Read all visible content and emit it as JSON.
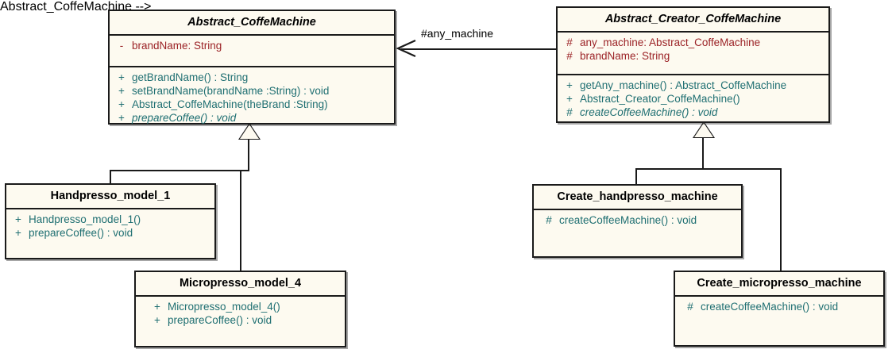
{
  "diagram": {
    "title": "Abstract Factory coffee machine UML class diagram",
    "colors": {
      "box_fill": "#FDFAF0",
      "border": "#1a1a1a",
      "attribute_text": "#9B2226",
      "method_text": "#1F6F72",
      "class_name_text": "#000000",
      "canvas_background": "#ffffff"
    }
  },
  "classes": {
    "abstract_coffee_machine": {
      "name": "Abstract_CoffeMachine",
      "is_abstract": true,
      "attributes": [
        {
          "visibility": "-",
          "text": "brandName:  String"
        }
      ],
      "methods": [
        {
          "visibility": "+",
          "text": "getBrandName() : String",
          "is_abstract": false
        },
        {
          "visibility": "+",
          "text": "setBrandName(brandName :String) : void",
          "is_abstract": false
        },
        {
          "visibility": "+",
          "text": "Abstract_CoffeMachine(theBrand :String)",
          "is_abstract": false
        },
        {
          "visibility": "+",
          "text": "prepareCoffee() : void",
          "is_abstract": true
        }
      ]
    },
    "abstract_creator_coffee_machine": {
      "name": "Abstract_Creator_CoffeMachine",
      "is_abstract": true,
      "attributes": [
        {
          "visibility": "#",
          "text": "any_machine:  Abstract_CoffeMachine"
        },
        {
          "visibility": "#",
          "text": "brandName:  String"
        }
      ],
      "methods": [
        {
          "visibility": "+",
          "text": "getAny_machine() : Abstract_CoffeMachine",
          "is_abstract": false
        },
        {
          "visibility": "+",
          "text": "Abstract_Creator_CoffeMachine()",
          "is_abstract": false
        },
        {
          "visibility": "#",
          "text": "createCoffeeMachine() : void",
          "is_abstract": true
        }
      ]
    },
    "handpresso_model_1": {
      "name": "Handpresso_model_1",
      "is_abstract": false,
      "attributes": [],
      "methods": [
        {
          "visibility": "+",
          "text": "Handpresso_model_1()",
          "is_abstract": false
        },
        {
          "visibility": "+",
          "text": "prepareCoffee() : void",
          "is_abstract": false
        }
      ]
    },
    "micropresso_model_4": {
      "name": "Micropresso_model_4",
      "is_abstract": false,
      "attributes": [],
      "methods": [
        {
          "visibility": "+",
          "text": "Micropresso_model_4()",
          "is_abstract": false
        },
        {
          "visibility": "+",
          "text": "prepareCoffee() : void",
          "is_abstract": false
        }
      ]
    },
    "create_handpresso_machine": {
      "name": "Create_handpresso_machine",
      "is_abstract": false,
      "attributes": [],
      "methods": [
        {
          "visibility": "#",
          "text": "createCoffeeMachine() : void",
          "is_abstract": false
        }
      ]
    },
    "create_micropresso_machine": {
      "name": "Create_micropresso_machine",
      "is_abstract": false,
      "attributes": [],
      "methods": [
        {
          "visibility": "#",
          "text": "createCoffeeMachine() : void",
          "is_abstract": false
        }
      ]
    }
  },
  "relationships": {
    "association_label": "#any_machine",
    "association": {
      "from": "Abstract_Creator_CoffeMachine",
      "to": "Abstract_CoffeMachine",
      "type": "association",
      "arrow": "open"
    },
    "generalizations": [
      {
        "child": "Handpresso_model_1",
        "parent": "Abstract_CoffeMachine"
      },
      {
        "child": "Micropresso_model_4",
        "parent": "Abstract_CoffeMachine"
      },
      {
        "child": "Create_handpresso_machine",
        "parent": "Abstract_Creator_CoffeMachine"
      },
      {
        "child": "Create_micropresso_machine",
        "parent": "Abstract_Creator_CoffeMachine"
      }
    ]
  }
}
